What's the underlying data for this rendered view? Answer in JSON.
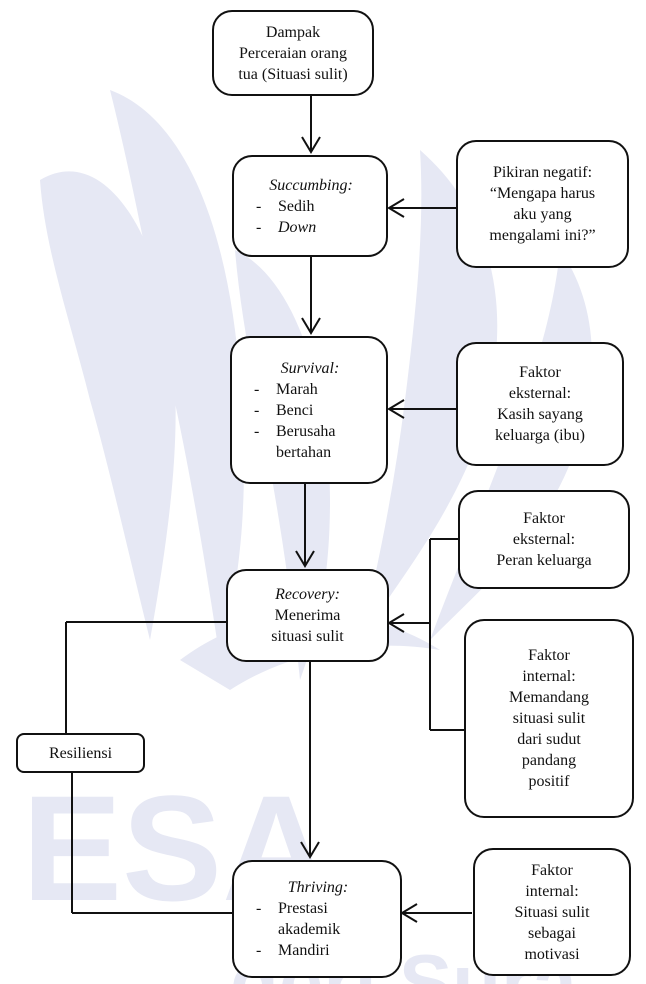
{
  "diagram": {
    "dampak": [
      "Dampak",
      "Perceraian orang",
      "tua (Situasi sulit)"
    ],
    "succumbing": {
      "title": "Succumbing:",
      "items": [
        "Sedih",
        "Down"
      ]
    },
    "pikiran": [
      "Pikiran negatif:",
      "“Mengapa harus",
      "aku yang",
      "mengalami ini?”"
    ],
    "survival": {
      "title": "Survival:",
      "items": [
        "Marah",
        "Benci",
        "Berusaha"
      ],
      "item_cont": "bertahan"
    },
    "faktor_kasih": [
      "Faktor",
      "eksternal:",
      "Kasih sayang",
      "keluarga (ibu)"
    ],
    "faktor_peran": [
      "Faktor",
      "eksternal:",
      "Peran keluarga"
    ],
    "recovery": {
      "title": "Recovery:",
      "lines": [
        "Menerima",
        "situasi sulit"
      ]
    },
    "faktor_memandang": [
      "Faktor",
      "internal:",
      "Memandang",
      "situasi sulit",
      "dari sudut",
      "pandang",
      "positif"
    ],
    "resiliensi": "Resiliensi",
    "thriving": {
      "title": "Thriving:",
      "items": [
        "Prestasi",
        "Mandiri"
      ],
      "item_cont": "akademik"
    },
    "faktor_motivasi": [
      "Faktor",
      "internal:",
      "Situasi sulit",
      "sebagai",
      "motivasi"
    ],
    "dash": "-",
    "watermark": [
      "ESA",
      "geri Sura"
    ]
  }
}
